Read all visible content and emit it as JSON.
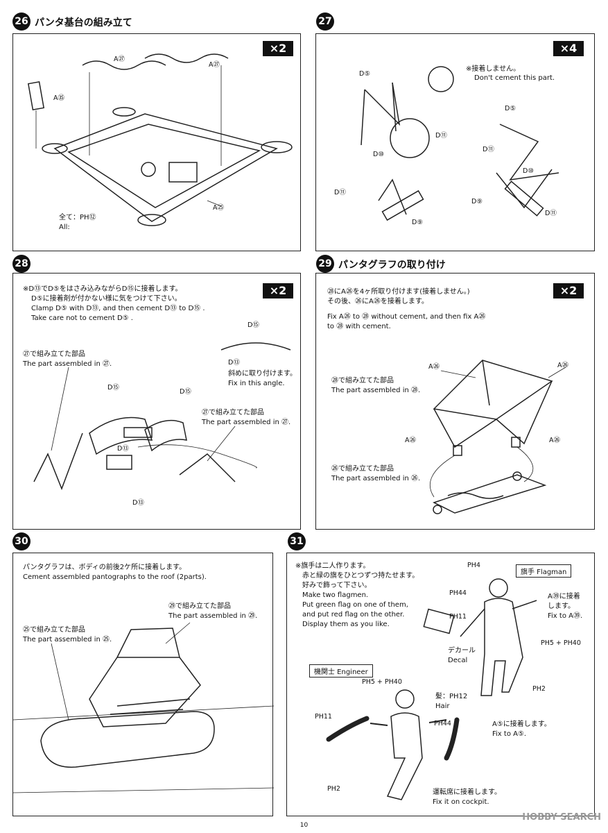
{
  "page_number": "10",
  "watermark": "HOBBY SEARCH",
  "steps": {
    "s26": {
      "number": "26",
      "title": "パンタ基台の組み立て",
      "qty": "×2",
      "labels": [
        "A㉗",
        "A㉗",
        "A㉟",
        "A㉕"
      ],
      "note_jp": "全て：PH⑫",
      "note_en": "All:"
    },
    "s27": {
      "number": "27",
      "qty": "×4",
      "note_jp": "※接着しません。",
      "note_en": "Don't cement this part.",
      "labels": [
        "D⑤",
        "D⑪",
        "D⑩",
        "D⑪",
        "D⑨",
        "D⑤",
        "D⑪",
        "D⑩",
        "D⑨",
        "D⑪"
      ]
    },
    "s28": {
      "number": "28",
      "qty": "×2",
      "lines": [
        "※D⑬でD⑤をはさみ込みながらD⑮に接着します。",
        "D⑤に接着剤が付かない様に気をつけて下さい。",
        "Clamp D⑤ with D⑬, and then cement D⑬ to D⑮ .",
        "Take care not to cement D⑤ ."
      ],
      "ref27a_jp": "㉗で組み立てた部品",
      "ref27a_en": "The part assembled in ㉗.",
      "ref27b_jp": "㉗で組み立てた部品",
      "ref27b_en": "The part assembled in ㉗.",
      "angle_jp": "斜めに取り付けます。",
      "angle_en": "Fix in this angle.",
      "labels": [
        "D⑮",
        "D⑬",
        "D⑮",
        "D⑮",
        "D⑬",
        "D⑬"
      ]
    },
    "s29": {
      "number": "29",
      "title": "パンタグラフの取り付け",
      "qty": "×2",
      "lines": [
        "㉘にA㉖を4ヶ所取り付けます(接着しません。)",
        "その後、㉖にA㉖を接着します。",
        "Fix A㉖ to ㉘ without cement, and then fix A㉖",
        "to ㉘ with cement."
      ],
      "ref28_jp": "㉘で組み立てた部品",
      "ref28_en": "The part assembled in ㉘.",
      "ref26_jp": "㉖で組み立てた部品",
      "ref26_en": "The part assembled in ㉖.",
      "labels": [
        "A㉖",
        "A㉖",
        "A㉖",
        "A㉖"
      ]
    },
    "s30": {
      "number": "30",
      "lines": [
        "パンタグラフは、ボディの前後2ケ所に接着します。",
        "Cement assembled pantographs to the roof (2parts)."
      ],
      "ref29_jp": "㉙で組み立てた部品",
      "ref29_en": "The part assembled in ㉙.",
      "ref25_jp": "㉕で組み立てた部品",
      "ref25_en": "The part assembled in ㉕."
    },
    "s31": {
      "number": "31",
      "lines": [
        "※旗手は二人作ります。",
        "赤と緑の旗をひとつずつ持たせます。",
        "好みで飾って下さい。",
        "Make two flagmen.",
        "Put green flag on one of them,",
        "and put red flag on the other.",
        "Display them as you like."
      ],
      "flagman_box": "旗手 Flagman",
      "engineer_box": "機関士 Engineer",
      "ph4": "PH4",
      "ph44": "PH44",
      "ph11": "PH11",
      "ph5_40": "PH5 + PH40",
      "ph2": "PH2",
      "a39_jp": "A㊴に接着",
      "a39_jp2": "します。",
      "a39_en": "Fix to A㊴.",
      "decal_jp": "デカール",
      "decal_en": "Decal",
      "a5_jp": "A⑤に接着します。",
      "a5_en": "Fix to A⑤.",
      "eng_ph5_40": "PH5 + PH40",
      "hair_jp": "髪：PH12",
      "hair_en": "Hair",
      "eng_ph11": "PH11",
      "eng_ph44": "PH44",
      "eng_ph2": "PH2",
      "cockpit_jp": "運転席に接着します。",
      "cockpit_en": "Fix it on cockpit."
    }
  }
}
